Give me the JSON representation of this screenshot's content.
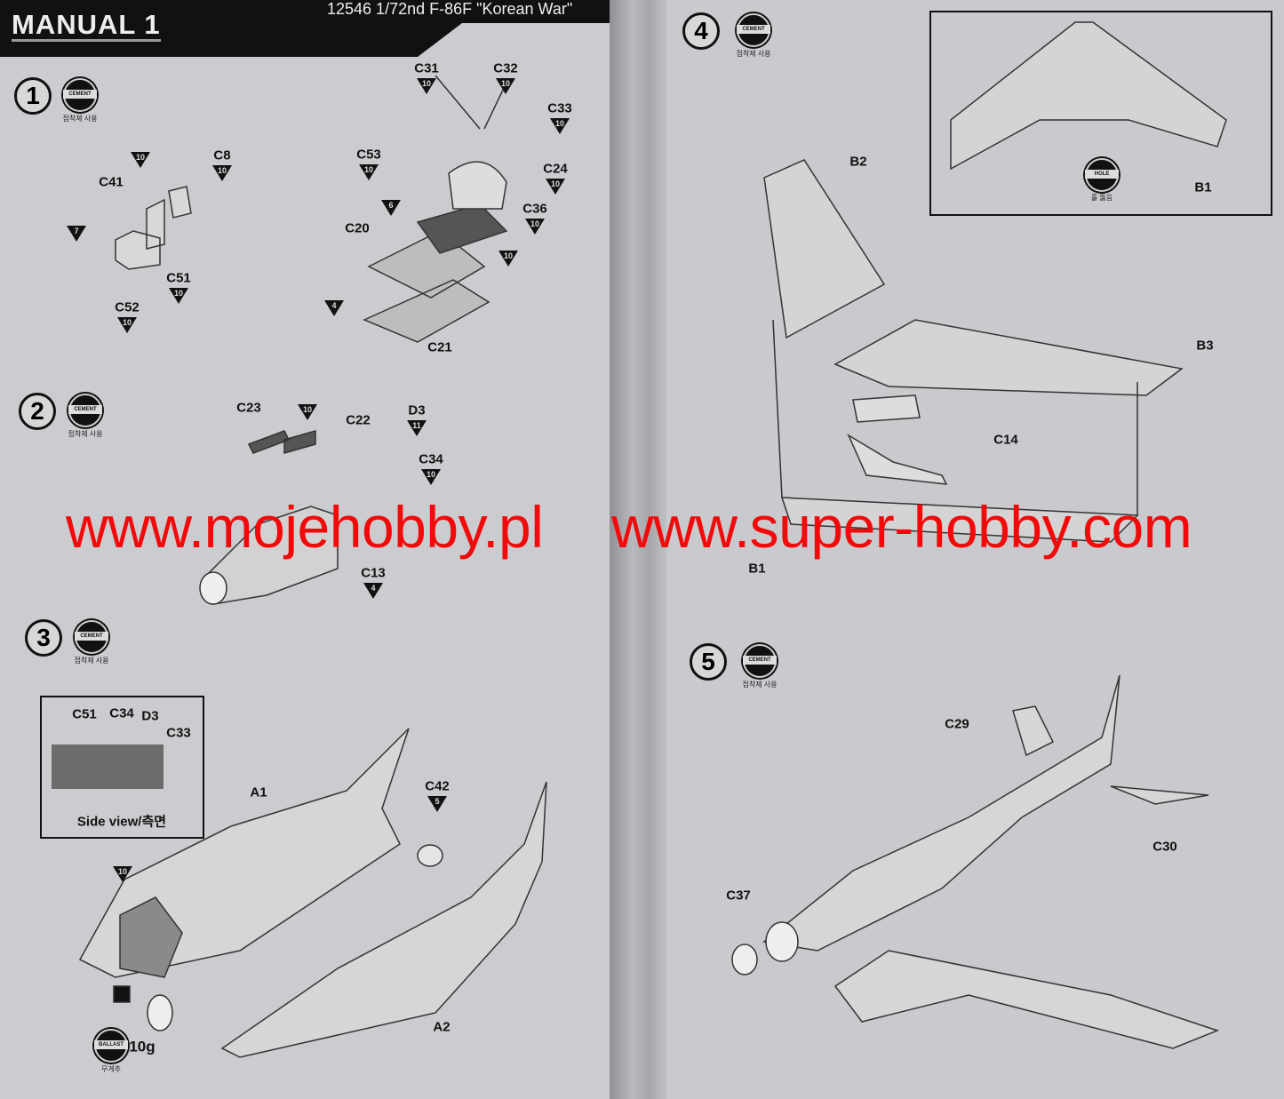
{
  "header": {
    "title": "MANUAL 1",
    "kit": "12546 1/72nd F-86F \"Korean War\""
  },
  "cement": {
    "label": "CEMENT",
    "note": "접착제 사용"
  },
  "hole": {
    "label": "HOLE",
    "note": "홀 뚫음"
  },
  "ballast": {
    "label": "BALLAST",
    "note": "무게추",
    "weight": "10g"
  },
  "steps": [
    {
      "number": "1",
      "parts": [
        "C31",
        "C32",
        "C33",
        "C53",
        "C24",
        "C36",
        "C20",
        "C21",
        "C8",
        "C41",
        "C51",
        "C52"
      ],
      "sprues": [
        "10",
        "10",
        "10",
        "10",
        "10",
        "10",
        "6",
        "10",
        "4",
        "10",
        "10",
        "7",
        "10",
        "10"
      ]
    },
    {
      "number": "2",
      "parts": [
        "C23",
        "C22",
        "D3",
        "C34",
        "C13"
      ],
      "sprues": [
        "10",
        "11",
        "10",
        "4"
      ]
    },
    {
      "number": "3",
      "parts": [
        "A1",
        "C42",
        "A2"
      ],
      "sprues": [
        "5",
        "10"
      ],
      "inset": {
        "parts": [
          "C51",
          "C34",
          "D3",
          "C33"
        ],
        "caption": "Side view/측면"
      }
    },
    {
      "number": "4",
      "parts": [
        "B2",
        "B3",
        "C14",
        "B1"
      ],
      "inset": {
        "parts": [
          "B1"
        ]
      }
    },
    {
      "number": "5",
      "parts": [
        "C29",
        "C30",
        "C37"
      ]
    }
  ],
  "watermarks": [
    "www.mojehobby.pl",
    "www.super-hobby.com"
  ]
}
